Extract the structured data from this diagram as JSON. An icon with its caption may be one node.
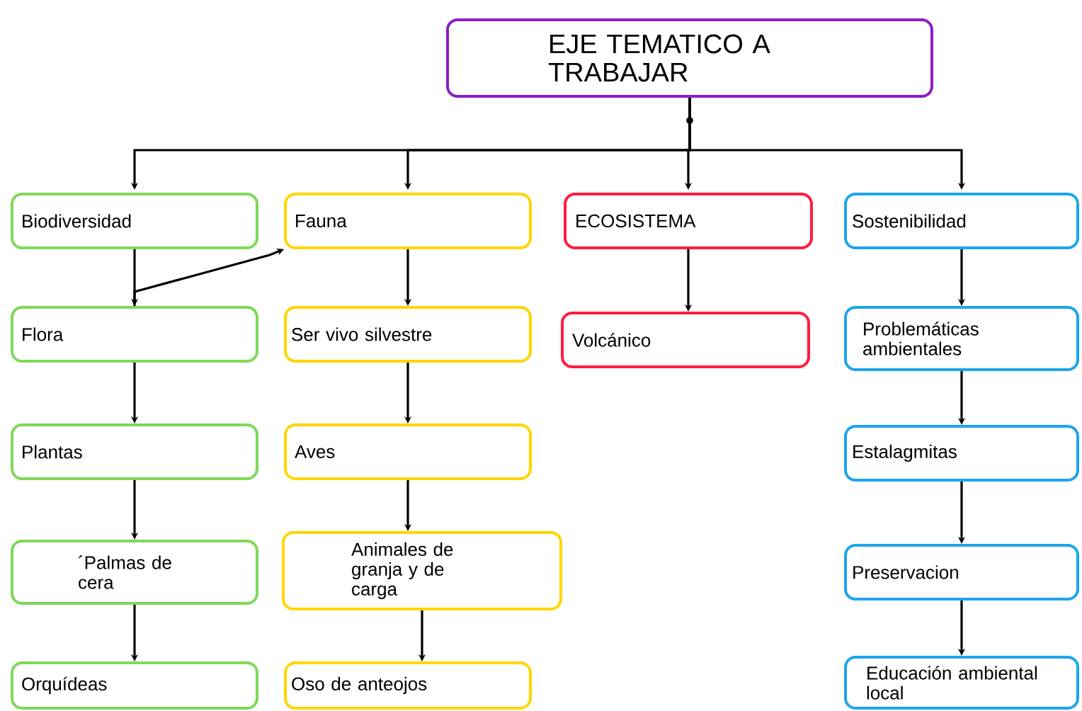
{
  "diagram": {
    "nodes": [
      {
        "text": [
          "EJE TEMATICO A TRABAJAR"
        ]
      },
      {
        "text": [
          "Biodiversidad"
        ]
      },
      {
        "text": [
          "Fauna"
        ]
      },
      {
        "text": [
          "ECOSISTEMA"
        ]
      },
      {
        "text": [
          "Sostenibilidad"
        ]
      },
      {
        "text": [
          "Flora"
        ]
      },
      {
        "text": [
          "Ser vivo silvestre"
        ]
      },
      {
        "text": [
          "Volcánico"
        ]
      },
      {
        "text": [
          "Problemáticas ambientales"
        ]
      },
      {
        "text": [
          "Plantas"
        ]
      },
      {
        "text": [
          "Aves"
        ]
      },
      {
        "text": [
          "Estalagmitas"
        ]
      },
      {
        "text": [
          "´Palmas de cera"
        ]
      },
      {
        "text": [
          "Animales de granja y de carga"
        ]
      },
      {
        "text": [
          "Preservacion"
        ]
      },
      {
        "text": [
          "Orquídeas"
        ]
      },
      {
        "text": [
          "Oso de anteojos"
        ]
      },
      {
        "text": [
          "Educación ambiental local"
        ]
      }
    ],
    "edges": [
      {
        "from": 0,
        "to": 1,
        "arrow": "to"
      },
      {
        "from": 0,
        "to": 2,
        "arrow": "to"
      },
      {
        "from": 0,
        "to": 3,
        "arrow": "to"
      },
      {
        "from": 0,
        "to": 4,
        "arrow": "to"
      },
      {
        "from": 1,
        "to": 5,
        "arrow": "to"
      },
      {
        "from": 2,
        "to": 6,
        "arrow": "to"
      },
      {
        "from": 3,
        "to": 7,
        "arrow": "to"
      },
      {
        "from": 4,
        "to": 8,
        "arrow": "to"
      },
      {
        "from": 5,
        "to": 9,
        "arrow": "to"
      },
      {
        "from": 6,
        "to": 10,
        "arrow": "to"
      },
      {
        "from": 8,
        "to": 11,
        "arrow": "to"
      },
      {
        "from": 9,
        "to": 12,
        "arrow": "to"
      },
      {
        "from": 10,
        "to": 13,
        "arrow": "to"
      },
      {
        "from": 11,
        "to": 14,
        "arrow": "to"
      },
      {
        "from": 12,
        "to": 15,
        "arrow": "to"
      },
      {
        "from": 13,
        "to": 16,
        "arrow": "to"
      },
      {
        "from": 14,
        "to": 17,
        "arrow": "to"
      },
      {
        "from": 5,
        "to": 2,
        "arrow": "to"
      }
    ]
  }
}
